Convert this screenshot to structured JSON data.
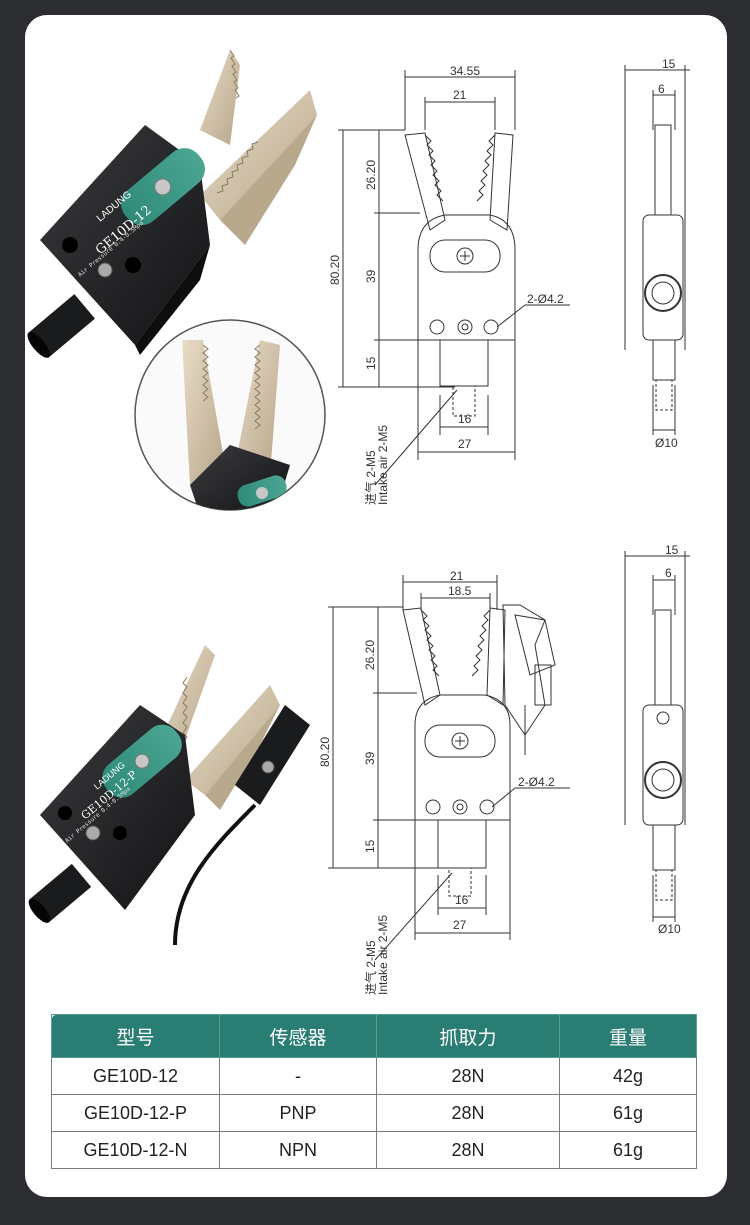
{
  "product": {
    "brand": "LADUNG",
    "model_top": "GE10D-12",
    "model_bottom": "GE10D-12-P",
    "pressure_text": "Air Pressure 0.4-0.5Mpa"
  },
  "drawing_top": {
    "width_total": "34.55",
    "width_inner": "21",
    "height_total": "80.20",
    "height_jaw": "26.20",
    "height_body": "39",
    "height_base": "15",
    "holes": "2-Ø4.2",
    "base_width": "16",
    "body_width": "27",
    "side_width": "15",
    "side_inner": "6",
    "side_dia": "Ø10",
    "intake_cn": "进气 2-M5",
    "intake_en": "Intake air 2-M5"
  },
  "drawing_bottom": {
    "width_total": "21",
    "width_inner": "18.5",
    "height_total": "80.20",
    "height_jaw": "26.20",
    "height_body": "39",
    "height_base": "15",
    "holes": "2-Ø4.2",
    "base_width": "16",
    "body_width": "27",
    "side_width": "15",
    "side_inner": "6",
    "side_dia": "Ø10",
    "intake_cn": "进气 2-M5",
    "intake_en": "Intake air 2-M5"
  },
  "table": {
    "headers": [
      "型号",
      "传感器",
      "抓取力",
      "重量"
    ],
    "rows": [
      [
        "GE10D-12",
        "-",
        "28N",
        "42g"
      ],
      [
        "GE10D-12-P",
        "PNP",
        "28N",
        "61g"
      ],
      [
        "GE10D-12-N",
        "NPN",
        "28N",
        "61g"
      ]
    ]
  },
  "colors": {
    "background": "#2b2d31",
    "card": "#ffffff",
    "accent": "#2a7d73",
    "body": "#1b1c1e",
    "label": "#2f8a78",
    "blade": "#d3c2a7"
  }
}
